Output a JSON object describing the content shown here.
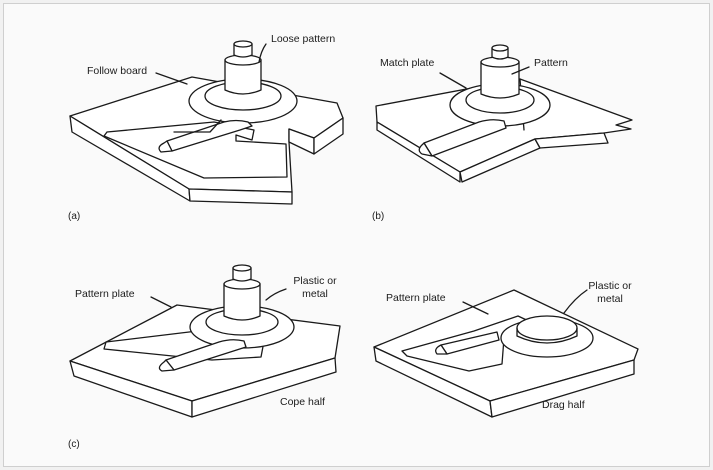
{
  "panels": [
    {
      "id": "(a)",
      "labels": [
        "Follow board",
        "Loose pattern"
      ]
    },
    {
      "id": "(b)",
      "labels": [
        "Match plate",
        "Pattern"
      ]
    },
    {
      "id": "(c)",
      "labels": [
        "Pattern plate",
        "Plastic or",
        "metal",
        "Cope half",
        "Pattern plate",
        "Plastic or",
        "metal",
        "Drag half"
      ]
    }
  ],
  "colors": {
    "line": "#1a1a1a",
    "paper": "#fafafa",
    "border": "#cfcfcf"
  }
}
